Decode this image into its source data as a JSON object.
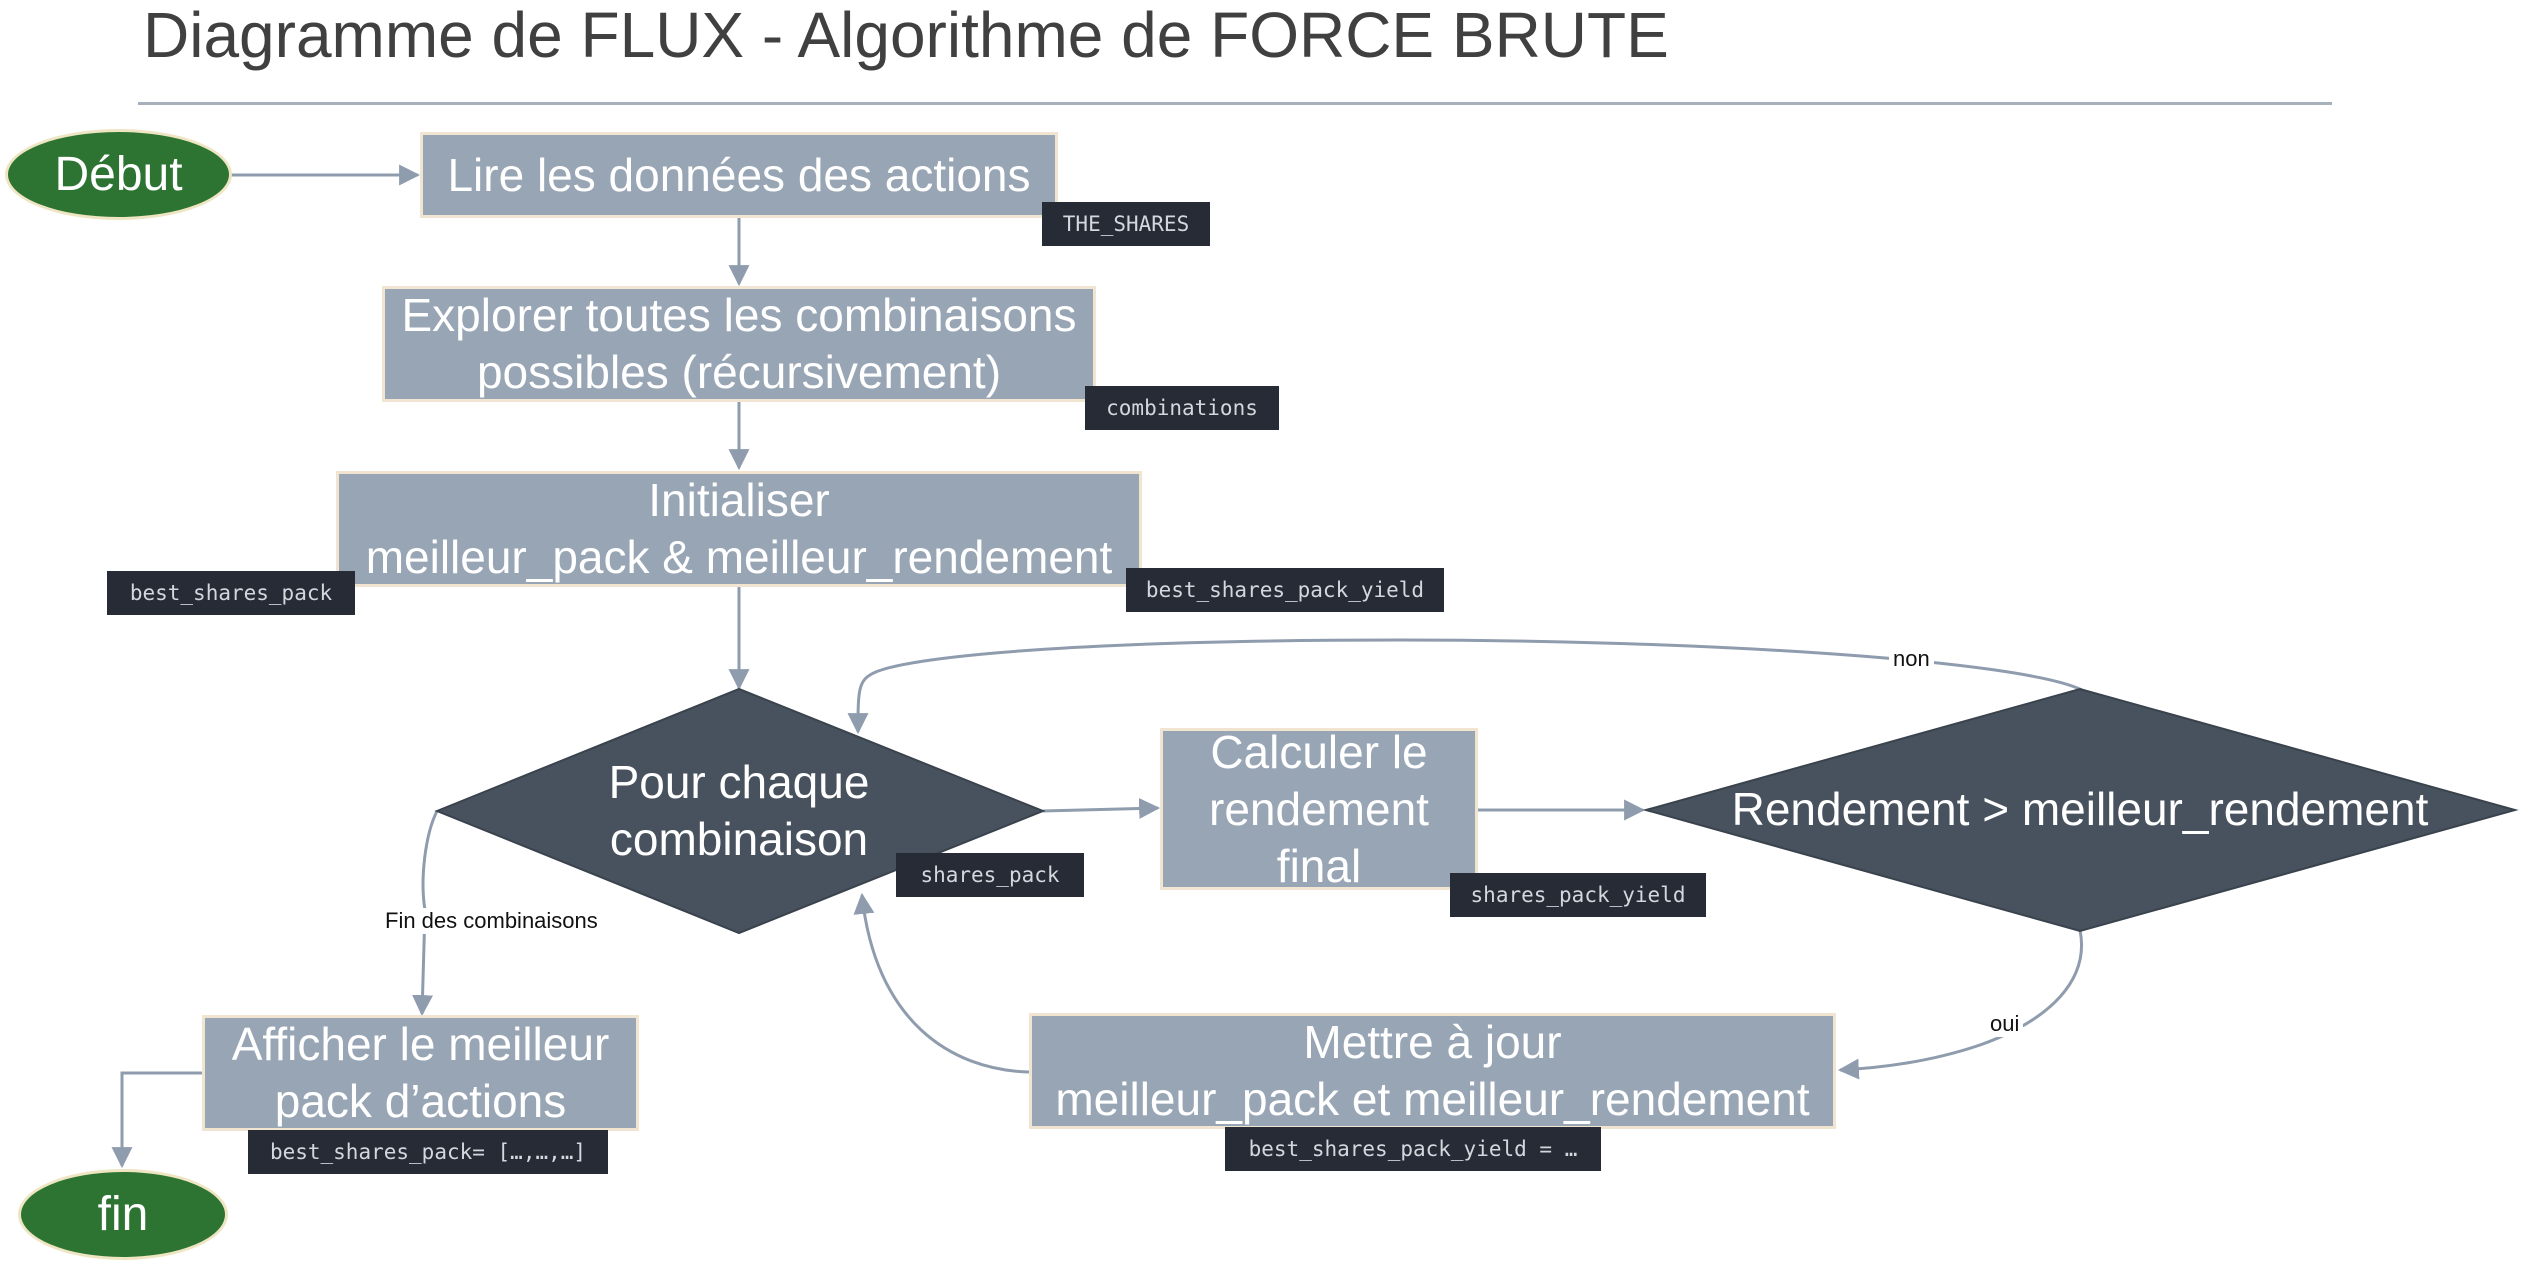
{
  "title": "Diagramme de FLUX - Algorithme de FORCE BRUTE",
  "colors": {
    "process_fill": "#98a5b4",
    "process_border": "#f1e4d0",
    "decision_fill": "#47525e",
    "terminal_fill": "#2d7433",
    "variable_tag": "#262b35",
    "connector": "#8e9cad"
  },
  "nodes": {
    "start": "Début",
    "read": "Lire les données des actions",
    "explore": "Explorer toutes les combinaisons\npossibles (récursivement)",
    "init": "Initialiser\nmeilleur_pack & meilleur_rendement",
    "loop": "Pour chaque\ncombinaison",
    "compute": "Calculer le\nrendement\nfinal",
    "compare": "Rendement > meilleur_rendement",
    "update": "Mettre à jour\nmeilleur_pack et meilleur_rendement",
    "display": "Afficher le meilleur\npack d’actions",
    "end": "fin"
  },
  "tags": {
    "the_shares": "THE_SHARES",
    "combinations": "combinations",
    "best_shares_pack": "best_shares_pack",
    "best_shares_pack_yield": "best_shares_pack_yield",
    "shares_pack": "shares_pack",
    "shares_pack_yield": "shares_pack_yield",
    "best_pack_result": "best_shares_pack= […,…,…]",
    "best_yield_result": "best_shares_pack_yield = …"
  },
  "edge_labels": {
    "no": "non",
    "yes": "oui",
    "end_of_combinations": "Fin des combinaisons"
  }
}
